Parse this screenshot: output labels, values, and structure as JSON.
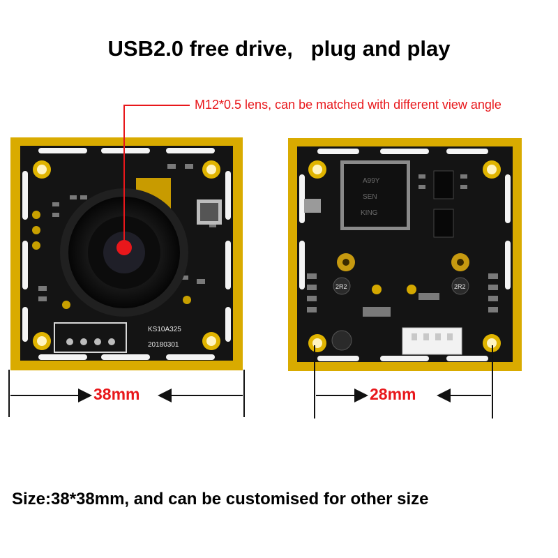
{
  "header": {
    "title": "USB2.0 free drive,   plug and play"
  },
  "callout": {
    "text": "M12*0.5 lens, can be matched with different view angle",
    "color": "#e8171b"
  },
  "front_board": {
    "model_marking": "KS10A325",
    "date_marking": "20180301",
    "width_label": "38mm"
  },
  "back_board": {
    "chip_marking_1": "KING",
    "chip_marking_2": "SEN",
    "chip_marking_3": "A99Y",
    "inductor_1": "2R2",
    "inductor_2": "2R2",
    "width_label": "28mm"
  },
  "footer": {
    "text": "Size:38*38mm, and can be customised for other size"
  },
  "colors": {
    "pcb": "#141414",
    "gold": "#e0b400",
    "annotation": "#e8171b"
  }
}
